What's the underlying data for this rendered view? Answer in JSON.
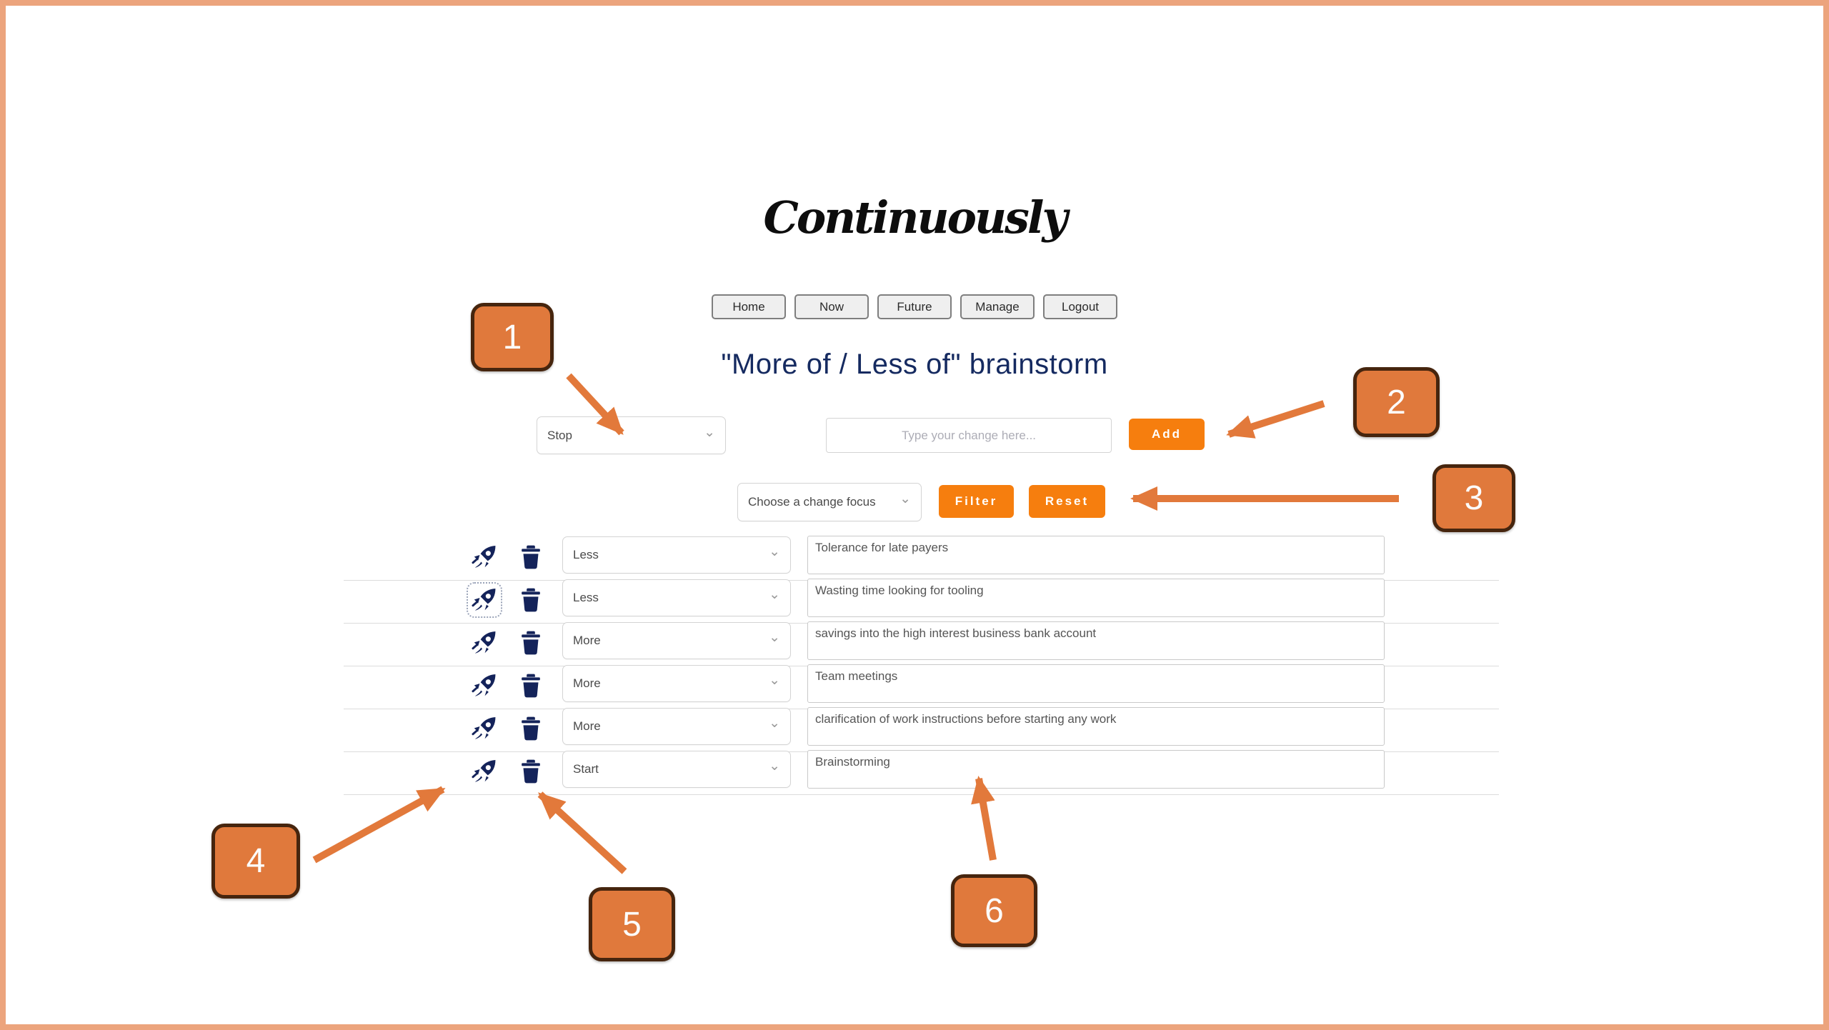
{
  "page": {
    "logo": "Continuously",
    "heading": "\"More of / Less of\" brainstorm"
  },
  "nav": {
    "items": [
      {
        "label": "Home"
      },
      {
        "label": "Now"
      },
      {
        "label": "Future"
      },
      {
        "label": "Manage"
      },
      {
        "label": "Logout"
      }
    ]
  },
  "add_row": {
    "type_select_value": "Stop",
    "input_placeholder": "Type your change here...",
    "add_button": "Add"
  },
  "filter_row": {
    "focus_select_value": "Choose a change focus",
    "filter_button": "Filter",
    "reset_button": "Reset"
  },
  "table": {
    "rows": [
      {
        "focus": "Less",
        "text": "Tolerance for late payers"
      },
      {
        "focus": "Less",
        "text": "Wasting time looking for tooling"
      },
      {
        "focus": "More",
        "text": "savings into the high interest business bank account"
      },
      {
        "focus": "More",
        "text": "Team meetings"
      },
      {
        "focus": "More",
        "text": "clarification of work instructions before starting any work"
      },
      {
        "focus": "Start",
        "text": "Brainstorming"
      }
    ]
  },
  "annotations": {
    "badges": [
      "1",
      "2",
      "3",
      "4",
      "5",
      "6"
    ]
  },
  "icons": {
    "chevron_glyph": "⌄"
  },
  "colors": {
    "accent_orange": "#F67E0E",
    "annotation_orange": "#E0793C",
    "annotation_border": "#46250E",
    "navy": "#152A60",
    "icon_navy": "#14235A",
    "page_border": "#ECA47D"
  }
}
